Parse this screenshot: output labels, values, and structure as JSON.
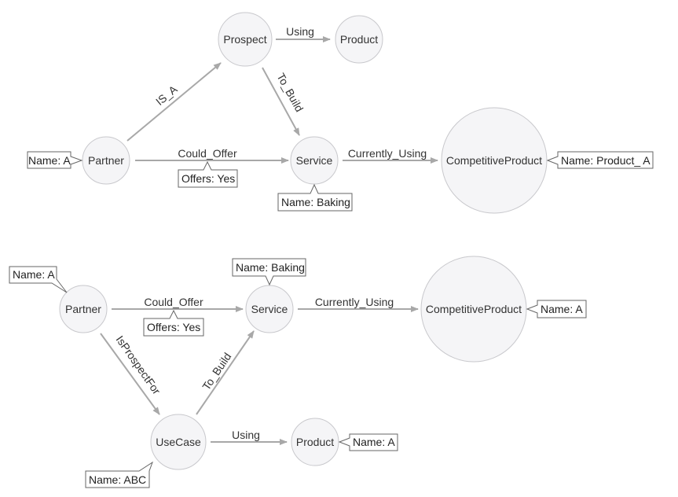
{
  "colors": {
    "node_fill": "#f5f5f7",
    "node_stroke": "#c8c8cc",
    "edge": "#a8a8a8",
    "text": "#333333"
  },
  "diagram1": {
    "nodes": {
      "prospect": "Prospect",
      "product": "Product",
      "partner": "Partner",
      "service": "Service",
      "competitive_product": "CompetitiveProduct"
    },
    "edges": {
      "using": "Using",
      "is_a": "IS_A",
      "to_build": "To_Build",
      "could_offer": "Could_Offer",
      "currently_using": "Currently_Using"
    },
    "tags": {
      "partner_name": "Name: A",
      "could_offer_offers": "Offers: Yes",
      "service_name": "Name: Baking",
      "competitive_product_name": "Name: Product_ A"
    }
  },
  "diagram2": {
    "nodes": {
      "partner": "Partner",
      "service": "Service",
      "competitive_product": "CompetitiveProduct",
      "use_case": "UseCase",
      "product": "Product"
    },
    "edges": {
      "could_offer": "Could_Offer",
      "currently_using": "Currently_Using",
      "is_prospect_for": "IsProspectFor",
      "to_build": "To_Build",
      "using": "Using"
    },
    "tags": {
      "partner_name": "Name: A",
      "could_offer_offers": "Offers: Yes",
      "service_name": "Name: Baking",
      "competitive_product_name": "Name: A",
      "use_case_name": "Name: ABC",
      "product_name": "Name: A"
    }
  }
}
